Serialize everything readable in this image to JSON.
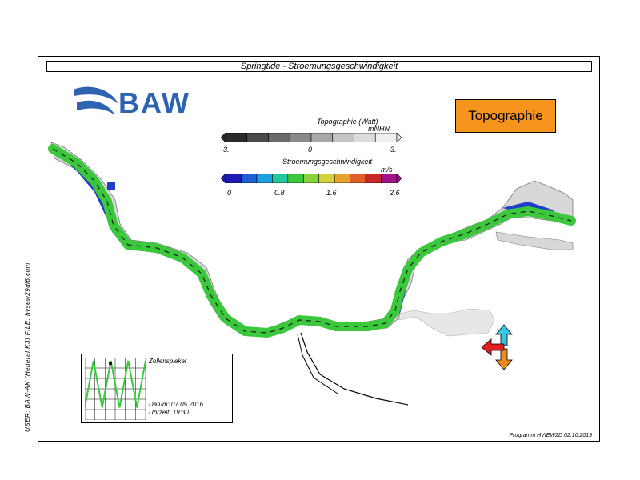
{
  "title": "Springtide - Stroemungsgeschwindigkeit",
  "logo_text": "BAW",
  "topo_box_label": "Topographie",
  "legend_topo": {
    "title": "Topographie (Watt)",
    "unit": "mNHN",
    "ticks": [
      "-3.",
      "0",
      "3."
    ],
    "colors": [
      "#2a2a2a",
      "#4a4a4a",
      "#6a6a6a",
      "#8a8a8a",
      "#a8a8a8",
      "#c4c4c4",
      "#dcdcdc",
      "#efefef"
    ]
  },
  "legend_speed": {
    "title": "Stroemungsgeschwindigkeit",
    "unit": "m/s",
    "ticks": [
      "0",
      "0.8",
      "1.6",
      "2.6"
    ],
    "colors": [
      "#1d1db4",
      "#1f5fd6",
      "#1ea0e0",
      "#22c7a0",
      "#3cc83c",
      "#8ad23c",
      "#d2d23c",
      "#e6a32c",
      "#e0602a",
      "#c8282a",
      "#a0148c"
    ]
  },
  "inset": {
    "station": "Zollenspieker",
    "date": "Datum: 07.05.2016",
    "time": "Uhrzeit: 19:30",
    "tide_curve": [
      0.2,
      0.95,
      0.2,
      0.95,
      0.2,
      0.95,
      0.2,
      0.95
    ],
    "marker_fraction": 0.42
  },
  "side_label": "USER: BAW-AK (Heiteral.K3)   FILE: hvsew29dl6.com",
  "footer": "Programm HVIEW2D   02.10.2019",
  "colors": {
    "accent_orange": "#f7941d",
    "baw_blue": "#2d63b0",
    "river_gray": "#d8d8d8",
    "arrow_red": "#e02020",
    "arrow_cyan": "#39c7e6",
    "arrow_orange": "#f08c1e"
  }
}
